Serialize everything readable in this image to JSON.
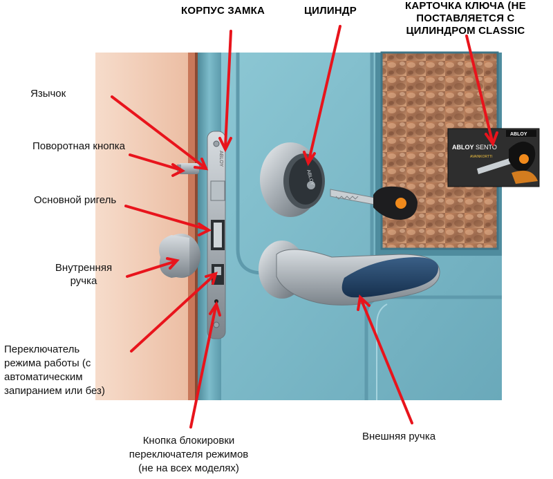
{
  "headings": {
    "lock_body": "КОРПУС ЗАМКА",
    "cylinder": "ЦИЛИНДР",
    "key_card": [
      "КАРТОЧКА КЛЮЧА (НЕ",
      "ПОСТАВЛЯЕТСЯ С",
      "ЦИЛИНДРОМ CLASSIC"
    ]
  },
  "labels": {
    "latch": "Язычок",
    "thumb_turn": "Поворотная кнопка",
    "deadbolt": "Основной ригель",
    "inner_handle": [
      "Внутренняя",
      "ручка"
    ],
    "mode_switch": [
      "Переключатель",
      "режима работы (с",
      "автоматическим",
      "запиранием или без)"
    ],
    "mode_lock_button": [
      "Кнопка блокировки",
      "переключателя режимов",
      "(не на всех моделях)"
    ],
    "outer_handle": "Внешняя ручка"
  },
  "key_card_image": {
    "brand": "ABLOY",
    "product": "SENTO",
    "subtitle": "AVAINKORTTI",
    "badge": "ABLOY"
  },
  "faceplate_engraving": "ABLOY",
  "cylinder_engraving": "ABLOY",
  "colors": {
    "arrow": "#e8141c",
    "door": "#79b9c8",
    "wall": "#f3d2bd",
    "card_bg": "#2e2e2e",
    "key_orange": "#f08a1c"
  }
}
